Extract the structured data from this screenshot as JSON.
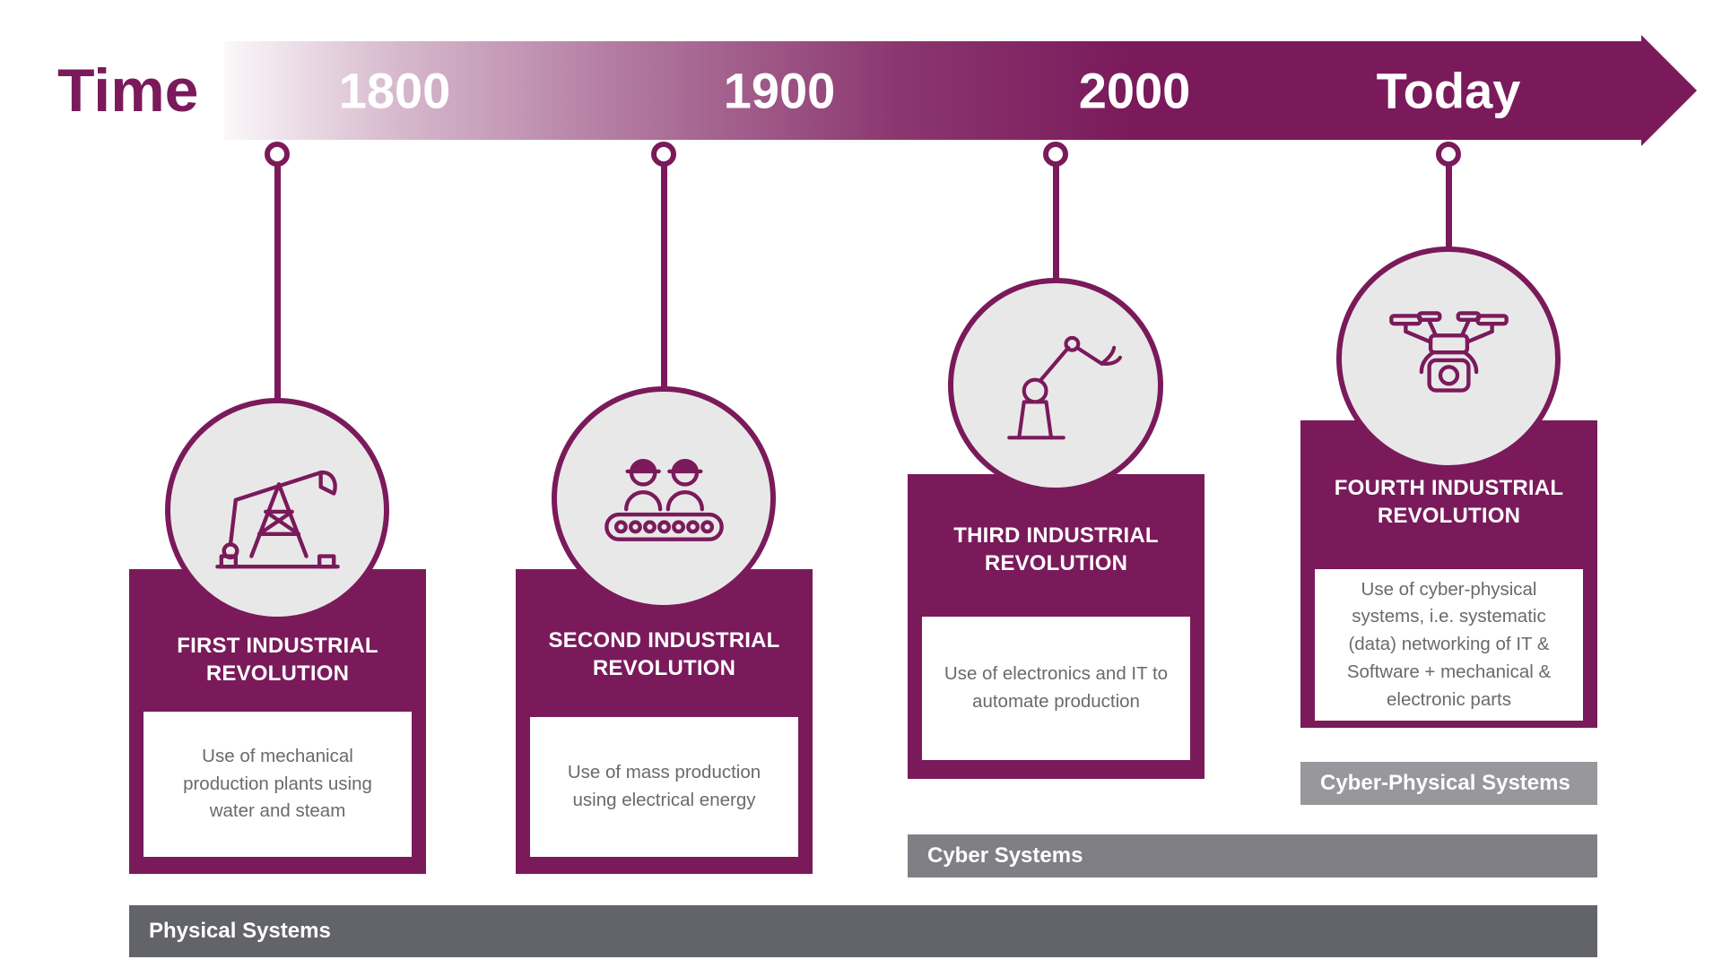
{
  "timeline": {
    "time_label": "Time",
    "years": [
      "1800",
      "1900",
      "2000",
      "Today"
    ]
  },
  "milestones": [
    {
      "title": "FIRST INDUSTRIAL REVOLUTION",
      "description": "Use of mechanical production plants using water and steam",
      "icon": "pumpjack-icon"
    },
    {
      "title": "SECOND INDUSTRIAL REVOLUTION",
      "description": "Use of mass production using electrical energy",
      "icon": "assembly-line-workers-icon"
    },
    {
      "title": "THIRD INDUSTRIAL REVOLUTION",
      "description": "Use of electronics and IT to automate production",
      "icon": "robot-arm-icon"
    },
    {
      "title": "FOURTH INDUSTRIAL REVOLUTION",
      "description": "Use of cyber-physical systems, i.e. systematic (data) networking of IT & Software + mechanical & electronic parts",
      "icon": "drone-icon"
    }
  ],
  "system_bars": [
    {
      "label": "Cyber-Physical Systems",
      "color": "#97979C"
    },
    {
      "label": "Cyber Systems",
      "color": "#7F7F85"
    },
    {
      "label": "Physical Systems",
      "color": "#63636A"
    }
  ],
  "colors": {
    "primary": "#7A1A5B",
    "circle_fill": "#E9E8E8",
    "body_text": "#6A6A6A"
  }
}
